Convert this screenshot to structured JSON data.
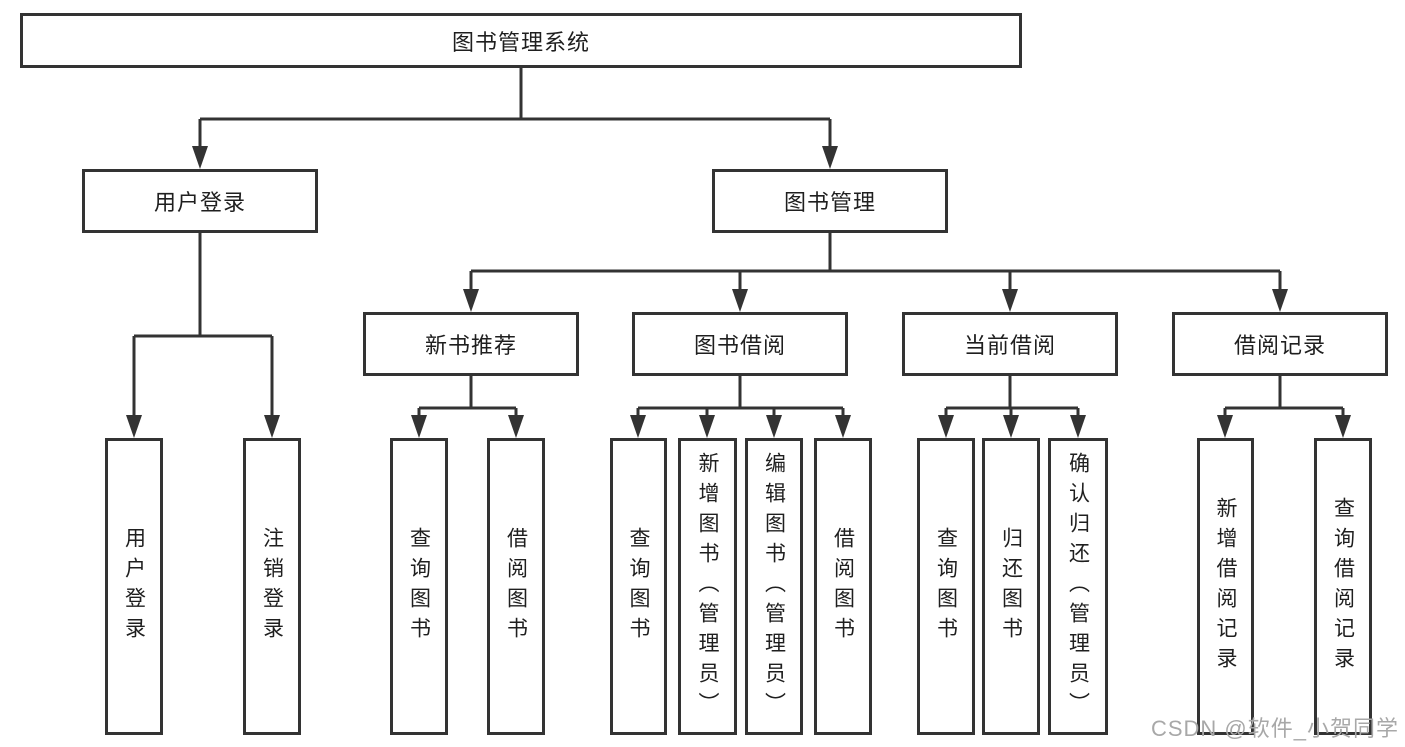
{
  "root": {
    "label": "图书管理系统"
  },
  "level2": {
    "user_login": {
      "label": "用户登录"
    },
    "book_management": {
      "label": "图书管理"
    }
  },
  "level3": {
    "new_book_recommend": {
      "label": "新书推荐"
    },
    "book_borrow": {
      "label": "图书借阅"
    },
    "current_borrow": {
      "label": "当前借阅"
    },
    "borrow_records": {
      "label": "借阅记录"
    }
  },
  "leaves": {
    "user_login": [
      "用户登录",
      "注销登录"
    ],
    "new_book_recommend": [
      "查询图书",
      "借阅图书"
    ],
    "book_borrow": [
      "查询图书",
      "新增图书（管理员）",
      "编辑图书（管理员）",
      "借阅图书"
    ],
    "current_borrow": [
      "查询图书",
      "归还图书",
      "确认归还（管理员）"
    ],
    "borrow_records": [
      "新增借阅记录",
      "查询借阅记录"
    ]
  },
  "watermark": {
    "text": "CSDN @软件_小贺同学"
  },
  "colors": {
    "line": "#333333",
    "text": "#1f1f1f",
    "watermark": "#a8a8a8",
    "background": "#ffffff"
  }
}
